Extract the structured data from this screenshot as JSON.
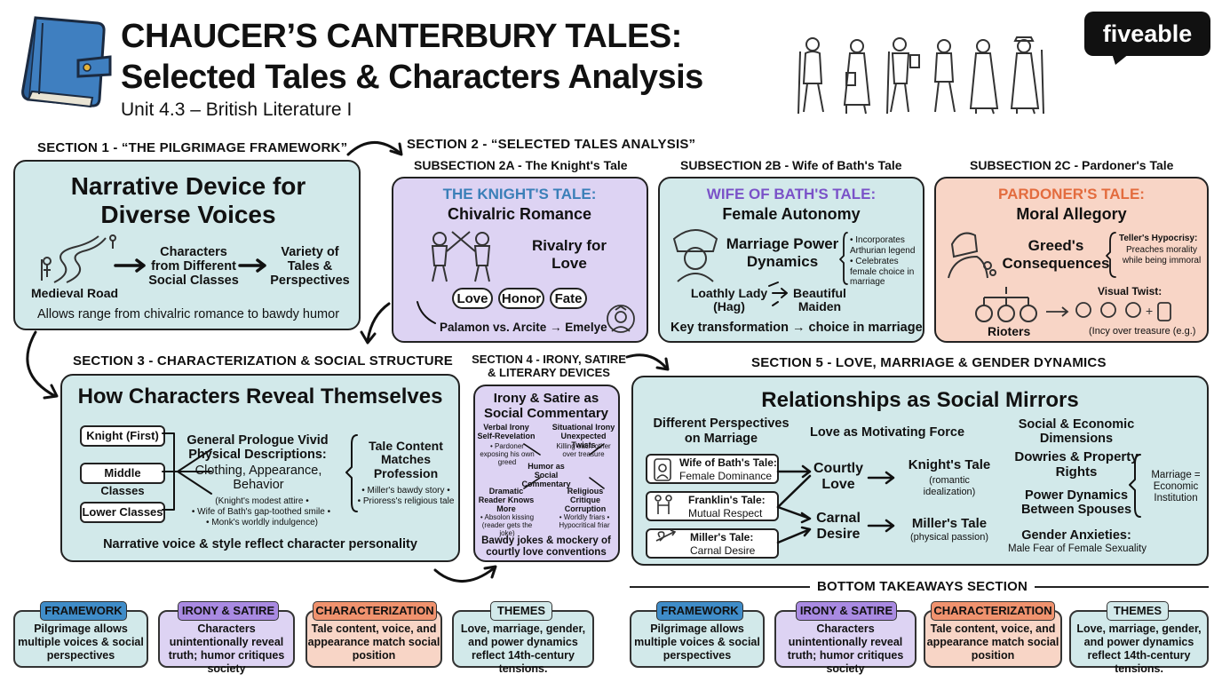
{
  "header": {
    "title_line1": "CHAUCER’S CANTERBURY TALES:",
    "title_line2": "Selected Tales & Characters Analysis",
    "subtitle": "Unit 4.3 – British Literature I",
    "logo": "fiveable",
    "icons": [
      "book-icon",
      "pilgrims-illustration"
    ]
  },
  "colors": {
    "teal": "#d2e9ea",
    "purple": "#ddd3f3",
    "peach": "#f8d5c6",
    "fiveable_bg": "#111111"
  },
  "section1": {
    "label": "SECTION 1 - “THE PILGRIMAGE FRAMEWORK”",
    "title": "Narrative Device for Diverse Voices",
    "road_label": "Medieval Road",
    "flow_step1": "Characters from Different Social Classes",
    "flow_step2": "Variety of Tales & Perspectives",
    "caption": "Allows range from chivalric romance to bawdy humor"
  },
  "section2": {
    "label": "SECTION 2 - “SELECTED TALES ANALYSIS”",
    "knight": {
      "sub": "SUBSECTION 2A - The Knight's Tale",
      "title": "THE KNIGHT'S TALE:",
      "genre": "Chivalric Romance",
      "theme": "Rivalry for Love",
      "pills": [
        "Love",
        "Honor",
        "Fate"
      ],
      "plot": "Palamon vs. Arcite → Emelye"
    },
    "wife": {
      "sub": "SUBSECTION 2B - Wife of Bath's Tale",
      "title": "WIFE OF BATH'S TALE:",
      "genre": "Female Autonomy",
      "theme": "Marriage Power Dynamics",
      "notes": [
        "Incorporates Arthurian legend",
        "Celebrates female choice in marriage"
      ],
      "from": "Loathly Lady (Hag)",
      "to": "Beautiful Maiden",
      "key": "Key transformation → choice in marriage"
    },
    "pardoner": {
      "sub": "SUBSECTION 2C - Pardoner's Tale",
      "title": "PARDONER'S TALE:",
      "genre": "Moral Allegory",
      "theme": "Greed's Consequences",
      "hypocrisy_title": "Teller's Hypocrisy:",
      "hypocrisy_text": "Preaches morality while being immoral",
      "twist_title": "Visual Twist:",
      "rioters": "Rioters",
      "twist_note": "(Inсу over treasure (e.g.)"
    }
  },
  "section3": {
    "label": "SECTION 3 - CHARACTERIZATION & SOCIAL STRUCTURE",
    "title": "How Characters Reveal Themselves",
    "classes": [
      "Knight (First)",
      "Middle Classes",
      "Lower Classes"
    ],
    "prologue_title": "General Prologue Vivid Physical Descriptions:",
    "prologue_items": "Clothing, Appearance, Behavior",
    "examples": [
      "(Knight's modest attire •",
      "• Wife of Bath's gap-toothed smile •",
      "• Monk's worldly indulgence)"
    ],
    "tale_title": "Tale Content Matches Profession",
    "tale_examples": [
      "• Miller's bawdy story •",
      "• Prioress's religious tale"
    ],
    "caption": "Narrative voice & style reflect character personality"
  },
  "section4": {
    "label": "SECTION 4 - IRONY, SATIRE & LITERARY DEVICES",
    "title": "Irony & Satire as Social Commentary",
    "verbal_title": "Verbal Irony Self-Revelation",
    "verbal_text": "• Pardoner exposing his own greed",
    "situational_title": "Situational Irony Unexpected Twists",
    "situational_text": "Killing each other over treasure",
    "center": "Humor as Social Commentary",
    "dramatic_title": "Dramatic Reader Knows More",
    "dramatic_text": "• Absolon kissing (reader gets the joke)",
    "religious_title": "Religious Critique Corruption",
    "religious_text": "• Worldly friars • Hypocritical friar",
    "caption": "Bawdy jokes & mockery of courtly love conventions"
  },
  "section5": {
    "label": "SECTION 5 - LOVE, MARRIAGE & GENDER DYNAMICS",
    "title": "Relationships as Social Mirrors",
    "perspectives_title": "Different Perspectives on Marriage",
    "perspectives": [
      {
        "tale": "Wife of Bath's Tale:",
        "view": "Female Dominance"
      },
      {
        "tale": "Franklin's Tale:",
        "view": "Mutual Respect"
      },
      {
        "tale": "Miller's Tale:",
        "view": "Carnal Desire"
      }
    ],
    "love_title": "Love as Motivating Force",
    "courtly": "Courtly Love",
    "carnal": "Carnal Desire",
    "knight_tale": "Knight's Tale",
    "knight_note": "(romantic idealization)",
    "miller_tale": "Miller's Tale",
    "miller_note": "(physical passion)",
    "econ_title": "Social & Economic Dimensions",
    "dowries": "Dowries & Property Rights",
    "power": "Power Dynamics Between Spouses",
    "marriage_note": "Marriage = Economic Institution",
    "gender_title": "Gender Anxieties:",
    "gender_text": "Male Fear of Female Sexuality"
  },
  "takeaways": {
    "label": "BOTTOM TAKEAWAYS SECTION",
    "left": [
      {
        "tag": "FRAMEWORK",
        "text": "Pilgrimage allows multiple voices & social perspectives"
      },
      {
        "tag": "IRONY & SATIRE",
        "text": "Characters unintentionally reveal truth; humor critiques society"
      },
      {
        "tag": "CHARACTERIZATION",
        "text": "Tale content, voice, and appearance match social position"
      },
      {
        "tag": "THEMES",
        "text": "Love, marriage, gender, and power dynamics reflect 14th-century tensions."
      }
    ],
    "right": [
      {
        "tag": "FRAMEWORK",
        "text": "Pilgrimage allows multiple voices & social perspectives"
      },
      {
        "tag": "IRONY & SATIRE",
        "text": "Characters unintentionally reveal truth; humor critiques society"
      },
      {
        "tag": "CHARACTERIZATION",
        "text": "Tale content, voice, and appearance match social position"
      },
      {
        "tag": "THEMES",
        "text": "Love, marriage, gender, and power dynamics reflect 14th-century tensions."
      }
    ]
  }
}
